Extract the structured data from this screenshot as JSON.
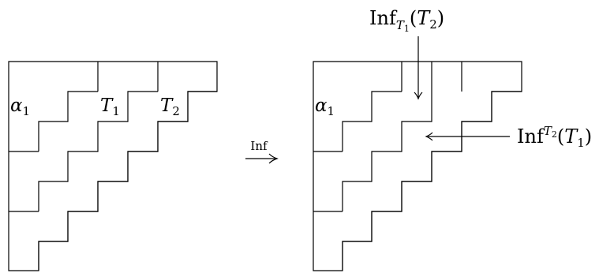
{
  "left_diagram": {
    "label_alpha": "α",
    "label_alpha_sub": "1",
    "label_t1": "T",
    "label_t1_sub": "1",
    "label_t2": "T",
    "label_t2_sub": "2"
  },
  "transform_arrow": {
    "label": "Inf"
  },
  "right_diagram": {
    "label_alpha": "α",
    "label_alpha_sub": "1",
    "annotation_top": {
      "name": "Inf",
      "sub": "T",
      "sub_sub": "1",
      "arg_open": "(",
      "arg": "T",
      "arg_sub": "2",
      "arg_close": ")"
    },
    "annotation_right": {
      "name": "Inf",
      "sup": "T",
      "sup_sub": "2",
      "arg_open": "(",
      "arg": "T",
      "arg_sub": "1",
      "arg_close": ")"
    }
  }
}
